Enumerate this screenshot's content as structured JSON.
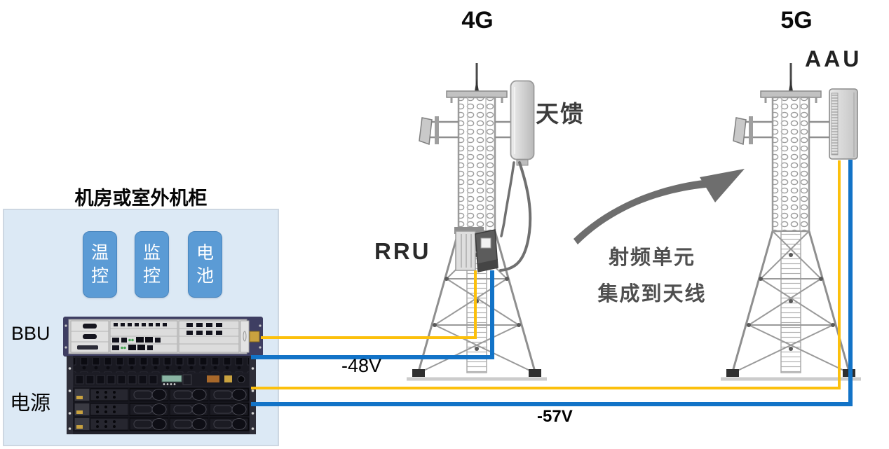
{
  "figure": {
    "label_4g": "4G",
    "label_5g": "5G",
    "feeder_label": "天馈",
    "rru_label": "RRU",
    "aau_label": "AAU",
    "annotation_line1": "射频单元",
    "annotation_line2": "集成到天线",
    "voltage_bbu_rru": "-48V",
    "voltage_power_aau": "-57V"
  },
  "cabinet": {
    "title": "机房或室外机柜",
    "modules": [
      {
        "label": "温控"
      },
      {
        "label": "监控"
      },
      {
        "label": "电池"
      }
    ],
    "bbu_label": "BBU",
    "power_label": "电源"
  },
  "colors": {
    "cable_yellow": "#FCC00D",
    "cable_blue": "#1273C7",
    "module_blue": "#5B9BD5",
    "module_border": "#4A86BE",
    "cabinet_fill": "#DCE9F5"
  }
}
